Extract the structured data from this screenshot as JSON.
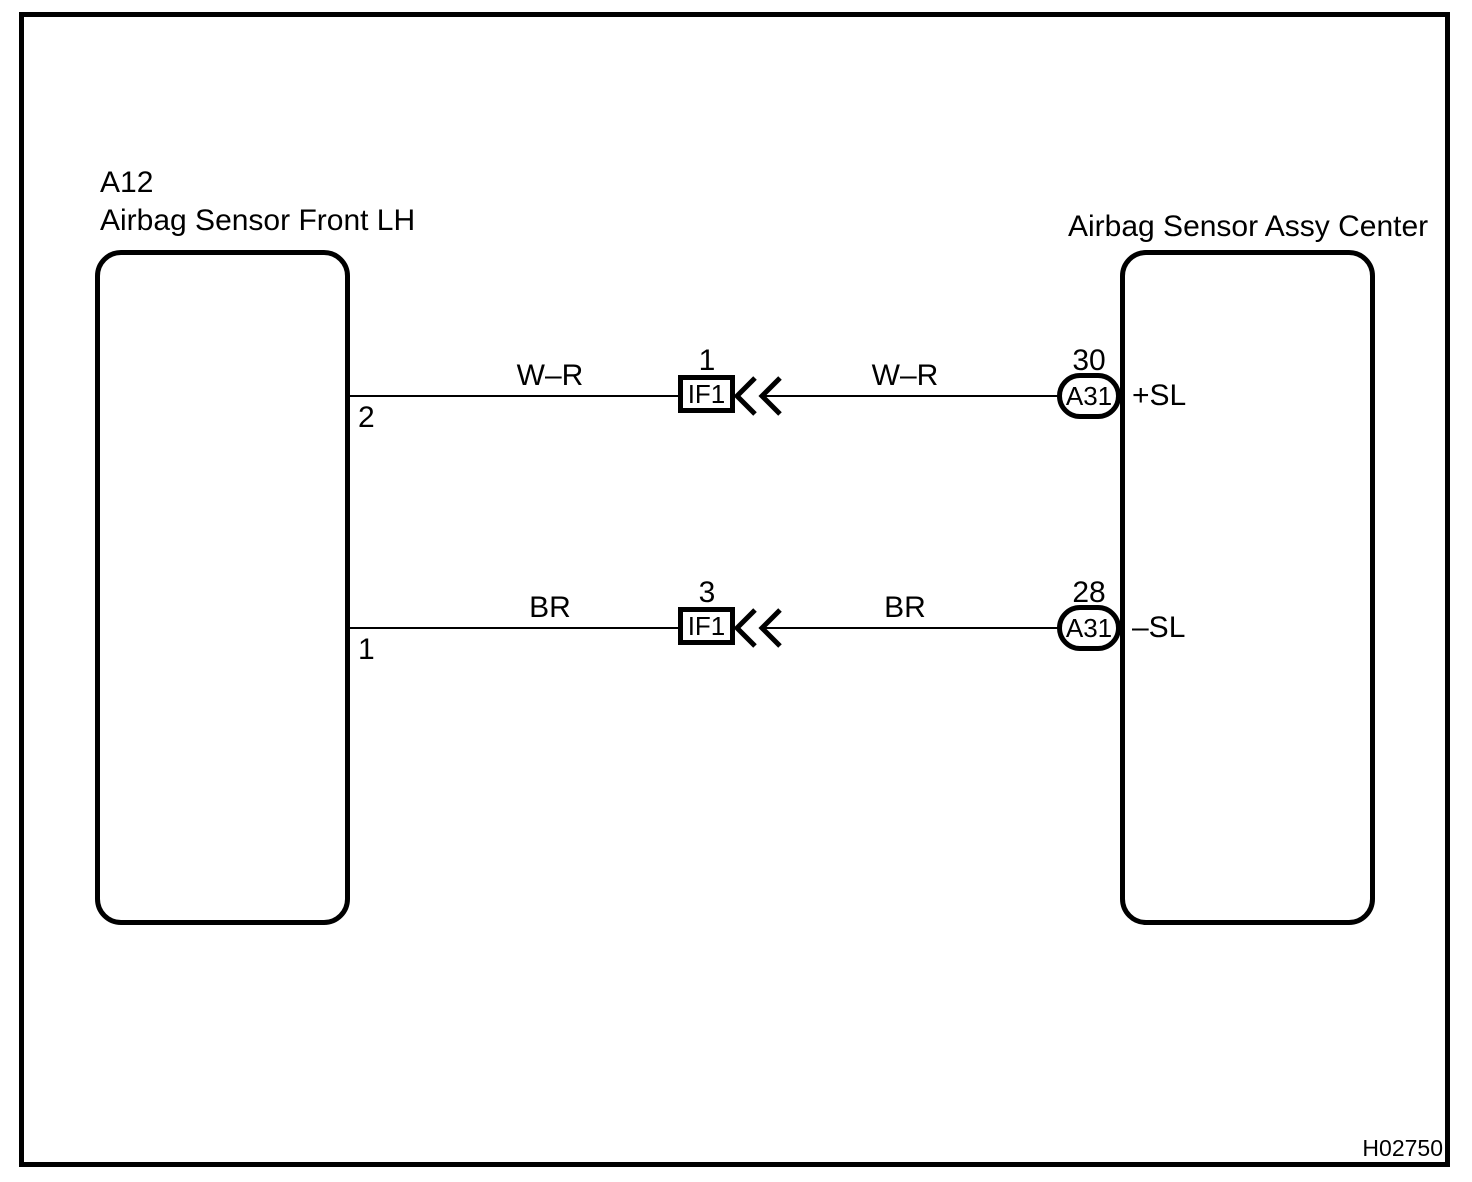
{
  "colors": {
    "line": "#000000",
    "background": "#ffffff"
  },
  "frame": {
    "ref_code": "H02750"
  },
  "left_component": {
    "code": "A12",
    "name": "Airbag Sensor Front LH"
  },
  "right_component": {
    "name": "Airbag Sensor Assy Center"
  },
  "wires": [
    {
      "left_pin": "2",
      "color_left": "W–R",
      "inline_connector_pin": "1",
      "inline_connector": "IF1",
      "color_right": "W–R",
      "center_pin": "30",
      "center_connector": "A31",
      "terminal": "+SL"
    },
    {
      "left_pin": "1",
      "color_left": "BR",
      "inline_connector_pin": "3",
      "inline_connector": "IF1",
      "color_right": "BR",
      "center_pin": "28",
      "center_connector": "A31",
      "terminal": "–SL"
    }
  ]
}
